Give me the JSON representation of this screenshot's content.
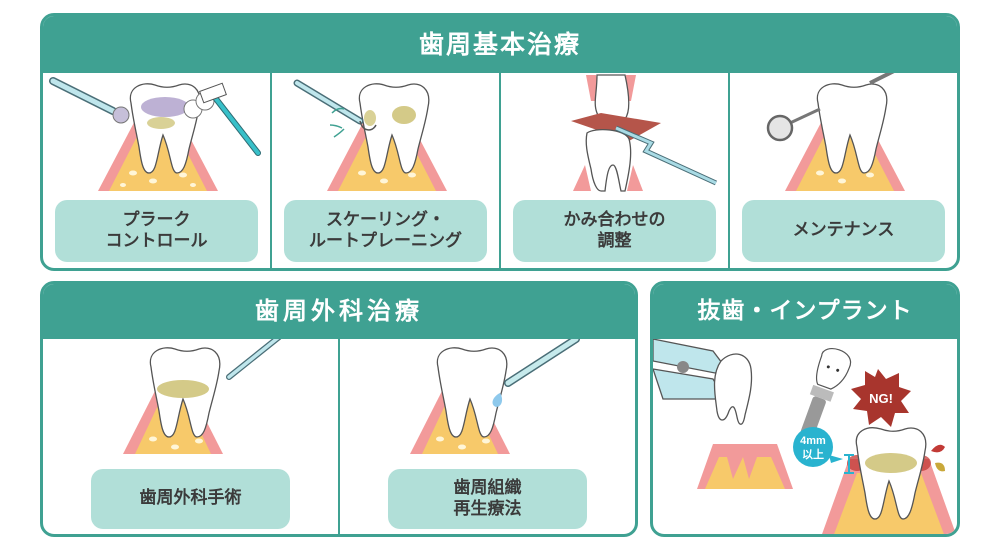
{
  "colors": {
    "brand_teal": "#3fa192",
    "label_bg": "#b1dfd8",
    "label_text": "#3b3b3b",
    "gum_pink": "#f29a9a",
    "bone_yellow": "#f7c96a",
    "stain_olive": "#c9bd6a",
    "plaque_purple": "#b6a8cf",
    "ng_burst": "#a8352d",
    "badge_blue": "#29b3cf"
  },
  "sections": {
    "basic": {
      "title": "歯周基本治療",
      "items": [
        {
          "line1": "プラーク",
          "line2": "コントロール",
          "illustration": "tooth-with-plaque-toothbrush-and-scaler"
        },
        {
          "line1": "スケーリング・",
          "line2": "ルートプレーニング",
          "illustration": "tooth-scaling-with-curette"
        },
        {
          "line1": "かみ合わせの",
          "line2": "調整",
          "illustration": "occlusal-adjustment-articulating-paper"
        },
        {
          "line1": "メンテナンス",
          "line2": "",
          "illustration": "healthy-tooth-with-dental-mirror"
        }
      ]
    },
    "surgery": {
      "title": "歯周外科治療",
      "items": [
        {
          "line1": "歯周外科手術",
          "line2": "",
          "illustration": "tooth-with-scalpel"
        },
        {
          "line1": "歯周組織",
          "line2": "再生療法",
          "illustration": "tooth-with-regeneration-syringe"
        }
      ]
    },
    "extraction": {
      "title": "抜歯・インプラント",
      "badge_ng": "NG!",
      "badge_depth_line1": "4mm",
      "badge_depth_line2": "以上",
      "illustration": "extraction-forceps-implant-and-deep-pocket"
    }
  }
}
